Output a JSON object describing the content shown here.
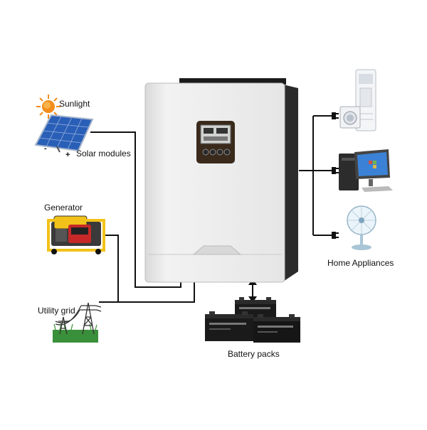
{
  "labels": {
    "sunlight": "Sunlight",
    "solar_modules": "Solar modules",
    "generator": "Generator",
    "utility_grid": "Utility grid",
    "battery_packs": "Battery packs",
    "home_appliances": "Home Appliances"
  },
  "solar_panel": {
    "minus": "-",
    "plus": "+"
  },
  "colors": {
    "line": "#111111",
    "inverter_body": "#eeeeee",
    "inverter_side": "#2b2b2b",
    "display_bezel": "#3a2a1c",
    "sun": "#f28c1a",
    "solar_cell": "#2a5fb8",
    "generator_frame": "#f2c21a",
    "grass": "#3a8f3a",
    "battery": "#1a1a1a"
  }
}
